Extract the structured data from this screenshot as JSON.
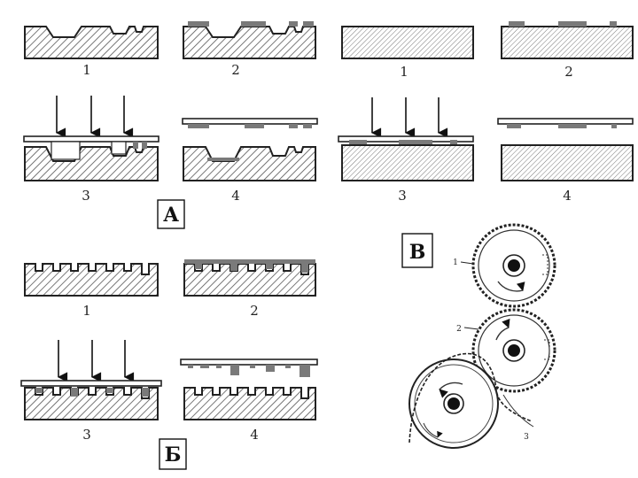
{
  "panel_a": {
    "letter": "A",
    "step_labels": [
      "1",
      "2",
      "3",
      "4"
    ]
  },
  "panel_b": {
    "letter": "Б",
    "step_labels": [
      "1",
      "2",
      "3",
      "4"
    ]
  },
  "panel_v": {
    "letter": "В",
    "step_labels": [
      "1",
      "2",
      "3",
      "4"
    ],
    "roller_labels": [
      "1",
      "2",
      "3"
    ]
  },
  "colors": {
    "ink": "#7a7a7a",
    "outline": "#222222",
    "hatch": "#444444"
  }
}
